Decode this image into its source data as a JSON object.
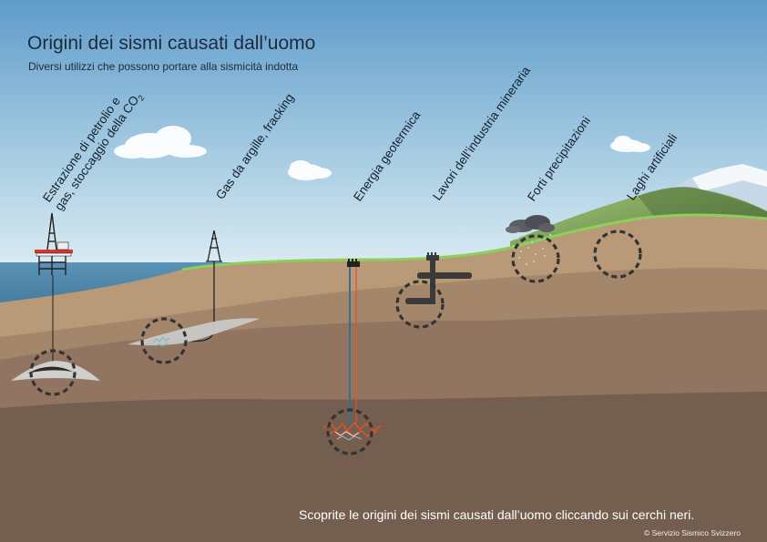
{
  "header": {
    "title": "Origini dei sismi causati dall’uomo",
    "subtitle": "Diversi utilizzi che possono portare alla sismicità indotta"
  },
  "labels": {
    "oil": {
      "line1": "Estrazione di petrolio e",
      "line2": "gas, stoccaggio della CO",
      "sub": "2"
    },
    "shale": "Gas da argille, fracking",
    "geothermal": "Energia geotermica",
    "mining": "Lavori dell’industria mineraria",
    "rain": "Forti precipitazioni",
    "lakes": "Laghi artificiali"
  },
  "hint": "Scoprite le origini dei sismi causati dall’uomo cliccando sui cerchi neri.",
  "credit": "© Servizio Sismico Svizzero",
  "colors": {
    "sky_top": "#6fa6cf",
    "sky_bottom": "#e4f0f6",
    "sea": "#4f86a8",
    "grass": "#8ccf5a",
    "layer1": "#b89a78",
    "layer2": "#9d7f62",
    "layer3": "#8a6e57",
    "layer4": "#6e5a4b",
    "hotspot_ring": "#333333",
    "geothermal_heat": "#e0542a"
  }
}
